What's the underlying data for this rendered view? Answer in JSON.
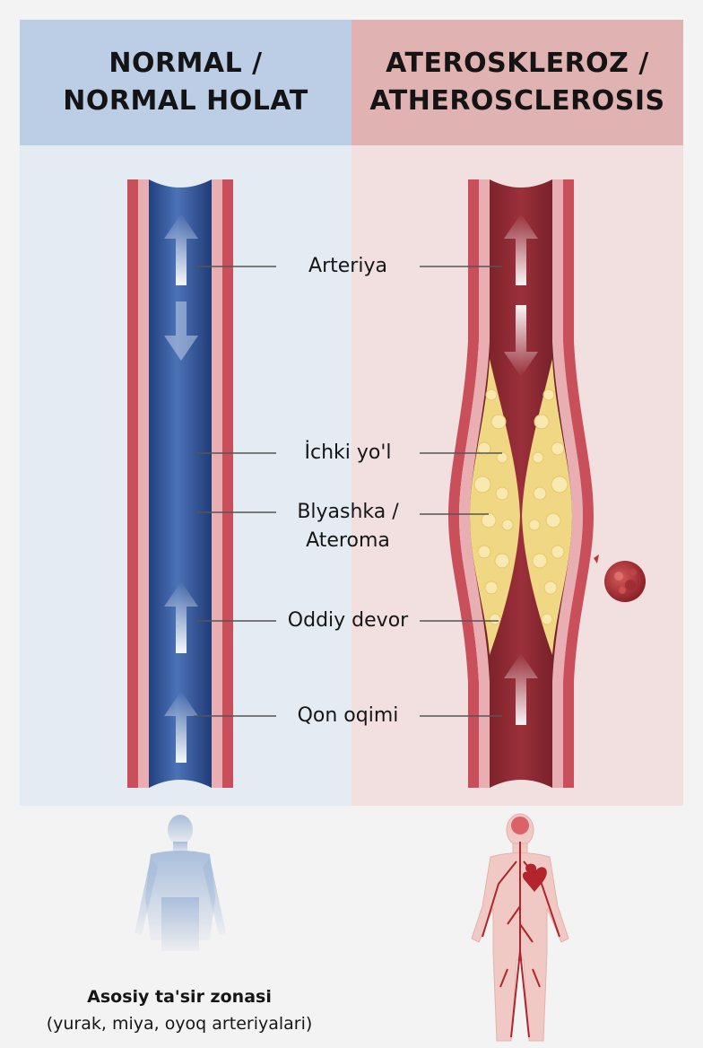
{
  "headers": {
    "normal": [
      "NORMAL /",
      "NORMAL HOLAT"
    ],
    "atherosclerosis": [
      "ATEROSKLEROZ /",
      "ATHEROSCLEROSIS"
    ]
  },
  "labels": {
    "artery": "Arteriya",
    "lumen": "İchki yo'l",
    "plaque": [
      "Blyashka /",
      "Ateroma"
    ],
    "normal_wall": "Oddiy devor",
    "blood_flow": "Qon oqimi"
  },
  "footer": {
    "title": "Asosiy ta'sir zonasi",
    "subtitle": "(yurak, miya, oyoq arteriyalari)"
  },
  "colors": {
    "normal_header": "#bccde6",
    "athero_header": "#e0b2b2",
    "normal_panel": "#e4ebf3",
    "athero_panel": "#f2e0e0",
    "artery_wall": "#c9505a",
    "healthy_blood": "#3d64a8",
    "diseased_blood": "#8c2a33",
    "plaque": "#f0d783"
  },
  "icons": [
    "up-arrow-icon",
    "down-arrow-icon",
    "blood-clot-icon",
    "human-silhouette-icon",
    "circulatory-system-icon"
  ]
}
